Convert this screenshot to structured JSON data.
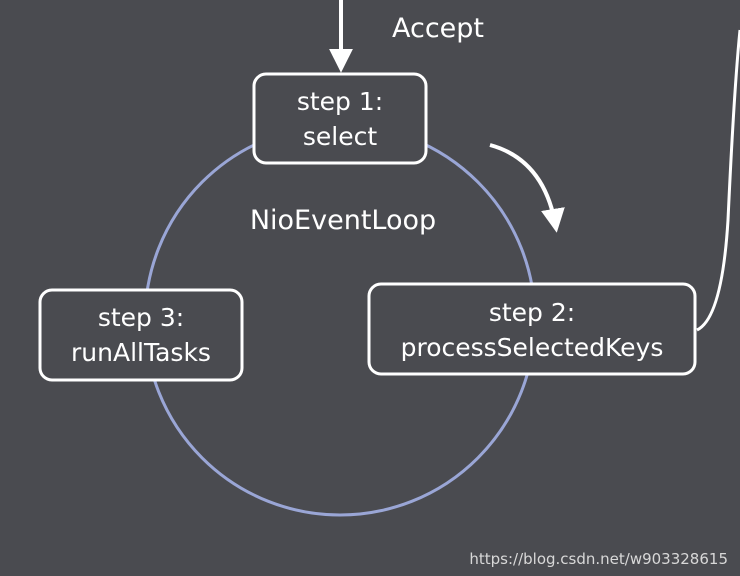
{
  "labels": {
    "accept": "Accept",
    "loop": "NioEventLoop"
  },
  "steps": [
    {
      "number": "step 1:",
      "name": "select"
    },
    {
      "number": "step 2:",
      "name": "processSelectedKeys"
    },
    {
      "number": "step 3:",
      "name": "runAllTasks"
    }
  ],
  "watermark": "https://blog.csdn.net/w903328615",
  "colors": {
    "background": "#4a4b50",
    "circle": "#9aa6d6",
    "box_border": "#ffffff",
    "text": "#ffffff"
  }
}
